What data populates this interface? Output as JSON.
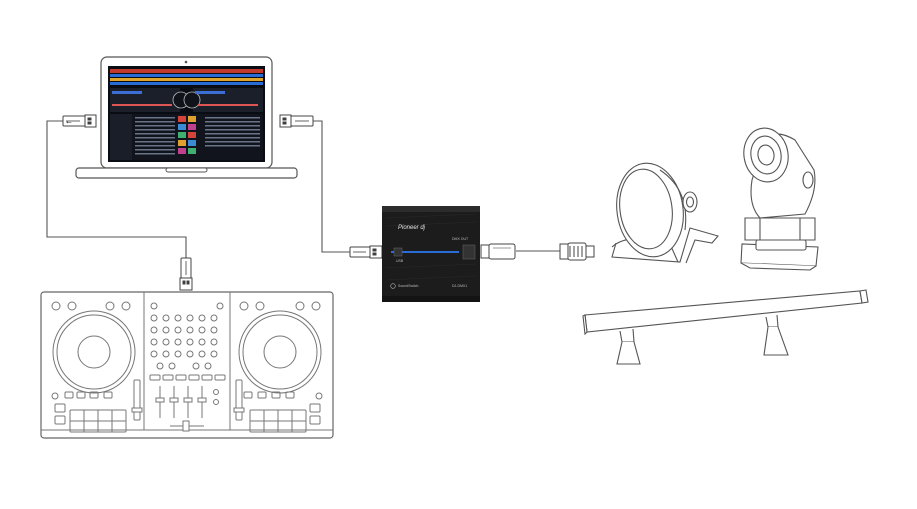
{
  "diagram": {
    "dmx_box": {
      "brand_label": "Pioneer dj",
      "port_usb_label": "USB",
      "port_dmx_label": "DMX OUT",
      "partner_label": "SoundSwitch",
      "model_label": "DJ-DMX1"
    }
  },
  "colors": {
    "line": "#555555",
    "box_dark": "#1c1c1c",
    "screen_bg": "#0a0c14",
    "accent_blue": "#2a6cd6"
  },
  "icons": {
    "usb": "usb-symbol-icon",
    "laptop": "laptop-icon",
    "controller": "dj-controller-icon",
    "interface": "dmx-interface-icon",
    "par": "par-light-icon",
    "moving_head": "moving-head-light-icon",
    "bar": "led-bar-light-icon"
  }
}
